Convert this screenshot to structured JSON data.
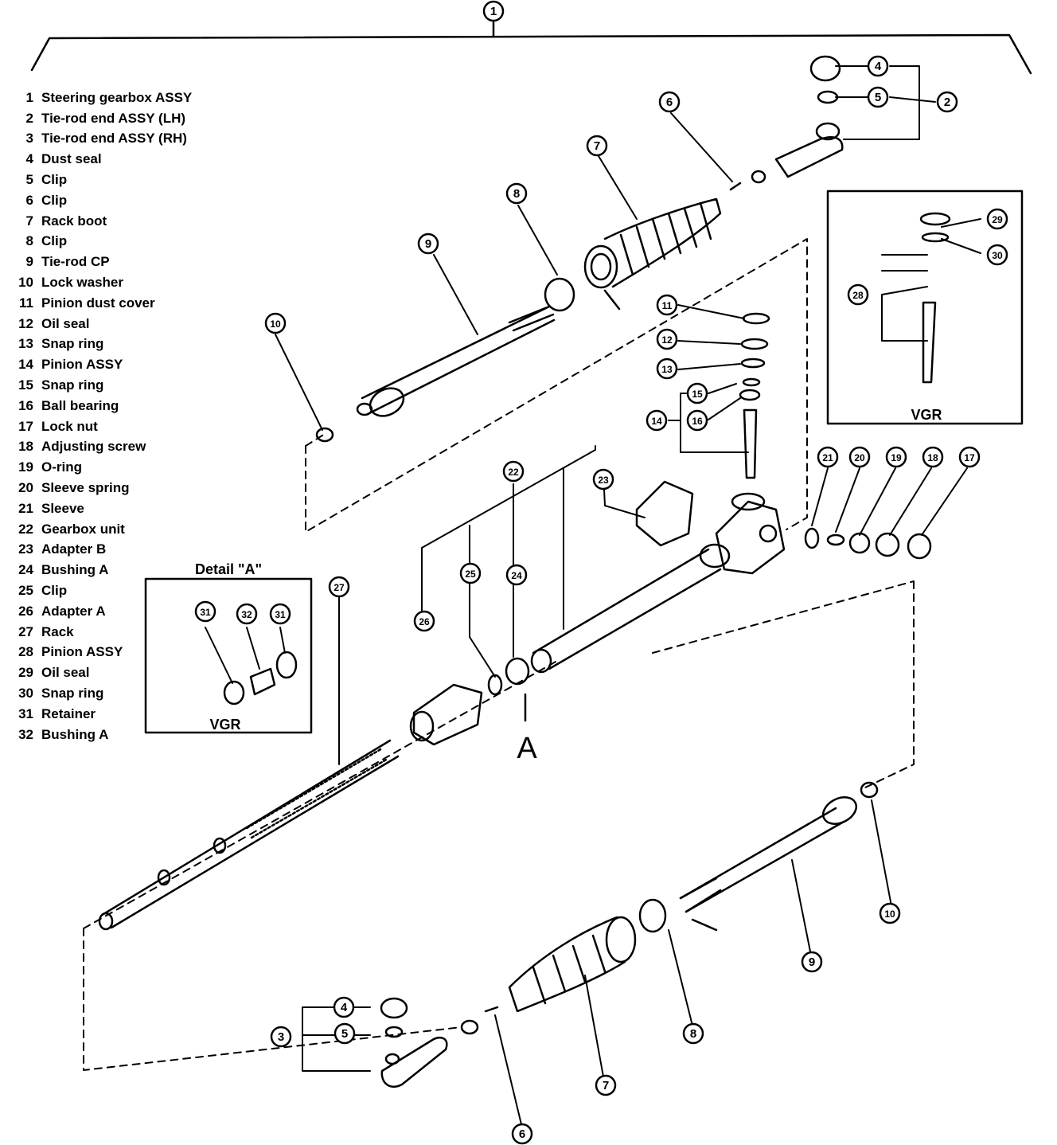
{
  "legend": [
    {
      "num": "1",
      "text": "Steering gearbox ASSY"
    },
    {
      "num": "2",
      "text": "Tie-rod end ASSY (LH)"
    },
    {
      "num": "3",
      "text": "Tie-rod end ASSY (RH)"
    },
    {
      "num": "4",
      "text": "Dust seal"
    },
    {
      "num": "5",
      "text": "Clip"
    },
    {
      "num": "6",
      "text": "Clip"
    },
    {
      "num": "7",
      "text": "Rack boot"
    },
    {
      "num": "8",
      "text": "Clip"
    },
    {
      "num": "9",
      "text": "Tie-rod CP"
    },
    {
      "num": "10",
      "text": "Lock washer"
    },
    {
      "num": "11",
      "text": "Pinion dust cover"
    },
    {
      "num": "12",
      "text": "Oil seal"
    },
    {
      "num": "13",
      "text": "Snap ring"
    },
    {
      "num": "14",
      "text": "Pinion ASSY"
    },
    {
      "num": "15",
      "text": "Snap ring"
    },
    {
      "num": "16",
      "text": "Ball bearing"
    },
    {
      "num": "17",
      "text": "Lock nut"
    },
    {
      "num": "18",
      "text": "Adjusting screw"
    },
    {
      "num": "19",
      "text": "O-ring"
    },
    {
      "num": "20",
      "text": "Sleeve spring"
    },
    {
      "num": "21",
      "text": "Sleeve"
    },
    {
      "num": "22",
      "text": "Gearbox unit"
    },
    {
      "num": "23",
      "text": "Adapter B"
    },
    {
      "num": "24",
      "text": "Bushing A"
    },
    {
      "num": "25",
      "text": "Clip"
    },
    {
      "num": "26",
      "text": "Adapter A"
    },
    {
      "num": "27",
      "text": "Rack"
    },
    {
      "num": "28",
      "text": "Pinion ASSY"
    },
    {
      "num": "29",
      "text": "Oil seal"
    },
    {
      "num": "30",
      "text": "Snap ring"
    },
    {
      "num": "31",
      "text": "Retainer"
    },
    {
      "num": "32",
      "text": "Bushing A"
    }
  ],
  "labels": {
    "detail_a_title": "Detail \"A\"",
    "vgr_detail": "VGR",
    "vgr_inset": "VGR",
    "section_a": "A"
  },
  "callouts": [
    "1",
    "2",
    "3",
    "4",
    "5",
    "6",
    "7",
    "8",
    "9",
    "10",
    "11",
    "12",
    "13",
    "14",
    "15",
    "16",
    "17",
    "18",
    "19",
    "20",
    "21",
    "22",
    "23",
    "24",
    "25",
    "26",
    "27",
    "28",
    "29",
    "30",
    "31",
    "32"
  ]
}
